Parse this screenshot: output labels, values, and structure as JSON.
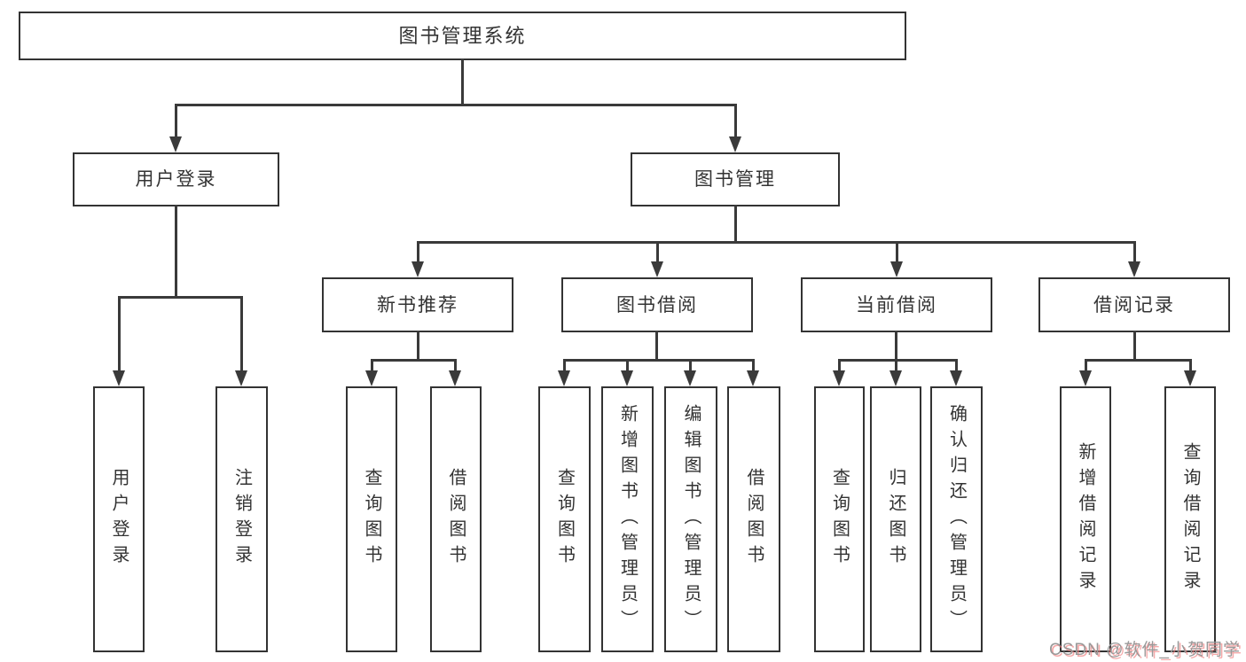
{
  "tree": {
    "root": {
      "label": "图书管理系统"
    },
    "children": [
      {
        "label": "用户登录",
        "children": [
          {
            "label": "用户登录"
          },
          {
            "label": "注销登录"
          }
        ]
      },
      {
        "label": "图书管理",
        "children": [
          {
            "label": "新书推荐",
            "children": [
              {
                "label": "查询图书"
              },
              {
                "label": "借阅图书"
              }
            ]
          },
          {
            "label": "图书借阅",
            "children": [
              {
                "label": "查询图书"
              },
              {
                "label": "新增图书（管理员）"
              },
              {
                "label": "编辑图书（管理员）"
              },
              {
                "label": "借阅图书"
              }
            ]
          },
          {
            "label": "当前借阅",
            "children": [
              {
                "label": "查询图书"
              },
              {
                "label": "归还图书"
              },
              {
                "label": "确认归还（管理员）"
              }
            ]
          },
          {
            "label": "借阅记录",
            "children": [
              {
                "label": "新增借阅记录"
              },
              {
                "label": "查询借阅记录"
              }
            ]
          }
        ]
      }
    ]
  },
  "watermark": {
    "text": "CSDN @软件_小贺同学"
  },
  "colors": {
    "line": "#3a3a3a",
    "box_border": "#333333",
    "text": "#333333",
    "background": "#ffffff",
    "watermark_text": "#999999",
    "watermark_shadow": "#ef7b7b"
  }
}
